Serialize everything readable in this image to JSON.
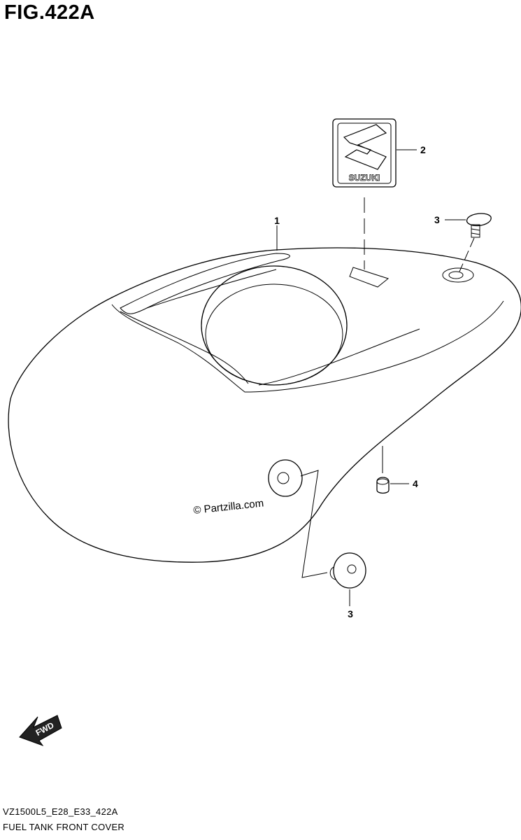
{
  "figure": {
    "title": "FIG.422A",
    "model_code": "VZ1500L5_E28_E33_422A",
    "part_name": "FUEL TANK FRONT COVER"
  },
  "watermark": "© Partzilla.com",
  "emblem_text": "SUZUKI",
  "fwd_label": "FWD",
  "callouts": [
    {
      "id": "c1",
      "number": "1"
    },
    {
      "id": "c2",
      "number": "2"
    },
    {
      "id": "c3a",
      "number": "3"
    },
    {
      "id": "c3b",
      "number": "3"
    },
    {
      "id": "c4",
      "number": "4"
    }
  ]
}
